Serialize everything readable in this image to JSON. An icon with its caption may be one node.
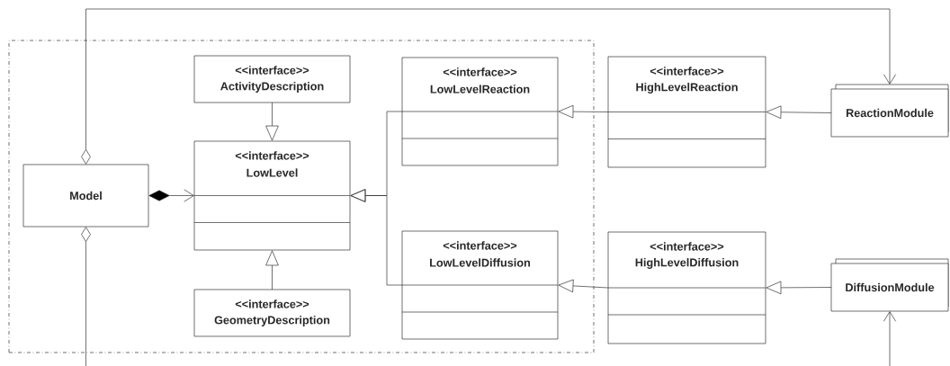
{
  "diagram": {
    "nodes": [
      {
        "text": [],
        "shape": "box"
      },
      {
        "text": [
          "Model"
        ],
        "in": 0
      },
      {
        "text": [
          "<<interface>>",
          "ActivityDescription"
        ],
        "in": 0
      },
      {
        "text": [
          "<<interface>>",
          "LowLevel"
        ],
        "in": 0
      },
      {
        "text": [
          "<<interface>>",
          "GeometryDescription"
        ],
        "in": 0
      },
      {
        "text": [
          "<<interface>>",
          "LowLevelReaction"
        ],
        "in": 0
      },
      {
        "text": [
          "<<interface>>",
          "LowLevelDiffusion"
        ],
        "in": 0
      },
      {
        "text": [
          "<<interface>>",
          "HighLevelReaction"
        ]
      },
      {
        "text": [
          "<<interface>>",
          "HighLevelDiffusion"
        ]
      },
      {
        "text": [
          "ReactionModule"
        ]
      },
      {
        "text": [
          "DiffusionModule"
        ]
      }
    ],
    "edges": [
      {
        "from": 2,
        "to": 3,
        "arrow": "to"
      },
      {
        "from": 1,
        "to": 3,
        "arrow": "to"
      },
      {
        "from": 4,
        "to": 3,
        "arrow": "to"
      },
      {
        "from": 5,
        "to": 3,
        "arrow": "to"
      },
      {
        "from": 6,
        "to": 3,
        "arrow": "to"
      },
      {
        "from": 7,
        "to": 5,
        "arrow": "to"
      },
      {
        "from": 8,
        "to": 6,
        "arrow": "to"
      },
      {
        "from": 9,
        "to": 7,
        "arrow": "to"
      },
      {
        "from": 10,
        "to": 8,
        "arrow": "to"
      },
      {
        "from": 1,
        "to": 9,
        "arrow": "to"
      },
      {
        "from": 1,
        "to": null,
        "arrow": "other"
      },
      {
        "from": null,
        "to": 10,
        "arrow": "to"
      }
    ]
  }
}
